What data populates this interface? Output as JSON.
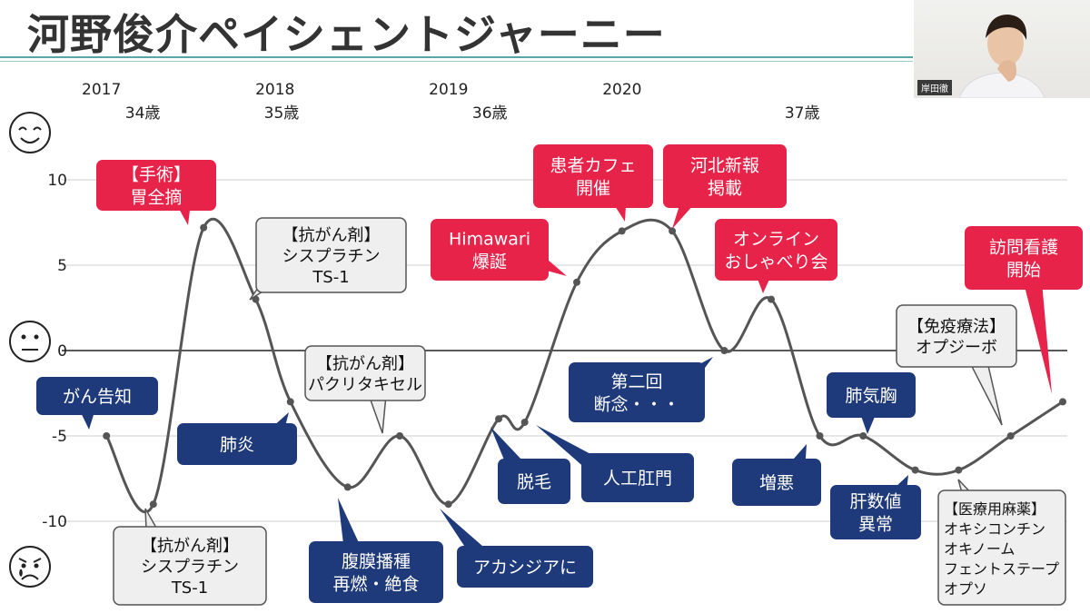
{
  "title": "河野俊介ペイシェントジャーニー",
  "webcam": {
    "name": "岸田徹"
  },
  "chart_data": {
    "type": "line",
    "title": "河野俊介ペイシェントジャーニー",
    "ylim": [
      -10,
      10
    ],
    "yticks": [
      10,
      5,
      0,
      -5,
      -10
    ],
    "ytick_labels": [
      "10",
      "5",
      "0",
      "-5",
      "-10"
    ],
    "years": [
      {
        "label": "2017",
        "x": 0.0
      },
      {
        "label": "2018",
        "x": 1.0
      },
      {
        "label": "2019",
        "x": 2.0
      },
      {
        "label": "2020",
        "x": 3.0
      }
    ],
    "ages": [
      {
        "label": "34歳",
        "x": 0.25
      },
      {
        "label": "35歳",
        "x": 1.05
      },
      {
        "label": "36歳",
        "x": 2.25
      },
      {
        "label": "37歳",
        "x": 4.05
      }
    ],
    "series": [
      {
        "points": [
          {
            "x": 0.09,
            "y": -5
          },
          {
            "x": 0.36,
            "y": -9
          },
          {
            "x": 0.65,
            "y": 7.2
          },
          {
            "x": 0.95,
            "y": 3
          },
          {
            "x": 1.15,
            "y": -3
          },
          {
            "x": 1.48,
            "y": -8
          },
          {
            "x": 1.78,
            "y": -5
          },
          {
            "x": 2.06,
            "y": -9
          },
          {
            "x": 2.35,
            "y": -4
          },
          {
            "x": 2.5,
            "y": -4.2
          },
          {
            "x": 2.8,
            "y": 4
          },
          {
            "x": 3.06,
            "y": 7
          },
          {
            "x": 3.35,
            "y": 7
          },
          {
            "x": 3.65,
            "y": 0
          },
          {
            "x": 3.92,
            "y": 3
          },
          {
            "x": 4.2,
            "y": -5
          },
          {
            "x": 4.45,
            "y": -5
          },
          {
            "x": 4.75,
            "y": -7
          },
          {
            "x": 5.0,
            "y": -7
          },
          {
            "x": 5.3,
            "y": -5
          },
          {
            "x": 5.6,
            "y": -3
          }
        ]
      }
    ],
    "annotations": [
      {
        "text": "【手術】\n胃全摘",
        "style": "positive"
      },
      {
        "text": "【抗がん剤】\nシスプラチン\nTS-1",
        "style": "treatment"
      },
      {
        "text": "Himawari\n爆誕",
        "style": "positive"
      },
      {
        "text": "患者カフェ\n開催",
        "style": "positive"
      },
      {
        "text": "河北新報\n掲載",
        "style": "positive"
      },
      {
        "text": "オンライン\nおしゃべり会",
        "style": "positive"
      },
      {
        "text": "訪問看護\n開始",
        "style": "positive"
      },
      {
        "text": "【抗がん剤】\nパクリタキセル",
        "style": "treatment"
      },
      {
        "text": "がん告知",
        "style": "negative"
      },
      {
        "text": "肺炎",
        "style": "negative"
      },
      {
        "text": "第二回\n断念・・・",
        "style": "negative"
      },
      {
        "text": "脱毛",
        "style": "negative"
      },
      {
        "text": "人工肛門",
        "style": "negative"
      },
      {
        "text": "肺気胸",
        "style": "negative"
      },
      {
        "text": "【免疫療法】\nオプジーボ",
        "style": "treatment"
      },
      {
        "text": "増悪",
        "style": "negative"
      },
      {
        "text": "肝数値\n異常",
        "style": "negative"
      },
      {
        "text": "【抗がん剤】\nシスプラチン\nTS-1",
        "style": "treatment"
      },
      {
        "text": "腹膜播種\n再燃・絶食",
        "style": "negative"
      },
      {
        "text": "アカシジアに",
        "style": "negative"
      },
      {
        "text": "【医療用麻薬】\nオキシコンチン\nオキノーム\nフェントステープ\nオプソ",
        "style": "treatment"
      }
    ]
  },
  "colors": {
    "positive": "#e8234a",
    "negative": "#1f3a7a",
    "treatment": "#efefef",
    "title_rule": "#5aa6a6"
  },
  "icons": [
    "smile-face-icon",
    "neutral-face-icon",
    "sad-face-icon"
  ]
}
